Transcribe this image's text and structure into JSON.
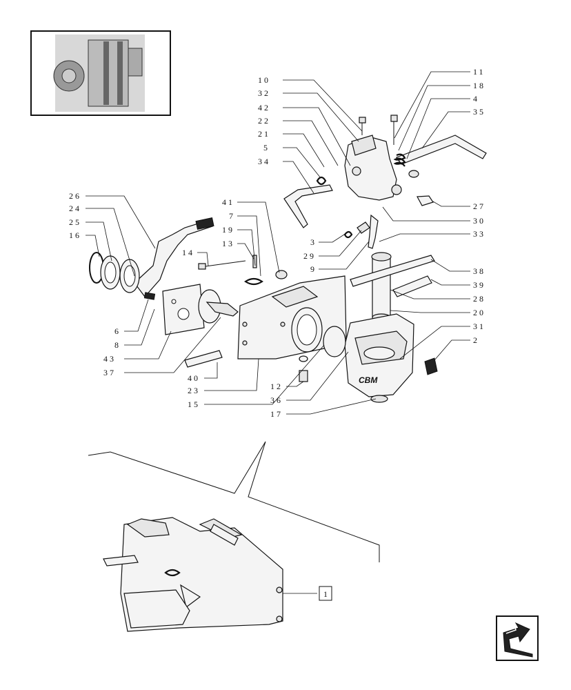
{
  "callouts": [
    {
      "id": "c10",
      "text": "10"
    },
    {
      "id": "c32",
      "text": "32"
    },
    {
      "id": "c42",
      "text": "42"
    },
    {
      "id": "c22",
      "text": "22"
    },
    {
      "id": "c21",
      "text": "21"
    },
    {
      "id": "c5",
      "text": "5"
    },
    {
      "id": "c34",
      "text": "34"
    },
    {
      "id": "c11",
      "text": "11"
    },
    {
      "id": "c18",
      "text": "18"
    },
    {
      "id": "c4",
      "text": "4"
    },
    {
      "id": "c35",
      "text": "35"
    },
    {
      "id": "c27",
      "text": "27"
    },
    {
      "id": "c30",
      "text": "30"
    },
    {
      "id": "c33",
      "text": "33"
    },
    {
      "id": "c3",
      "text": "3"
    },
    {
      "id": "c29",
      "text": "29"
    },
    {
      "id": "c9",
      "text": "9"
    },
    {
      "id": "c38",
      "text": "38"
    },
    {
      "id": "c39",
      "text": "39"
    },
    {
      "id": "c28",
      "text": "28"
    },
    {
      "id": "c20",
      "text": "20"
    },
    {
      "id": "c31",
      "text": "31"
    },
    {
      "id": "c2",
      "text": "2"
    },
    {
      "id": "c26",
      "text": "26"
    },
    {
      "id": "c24",
      "text": "24"
    },
    {
      "id": "c25",
      "text": "25"
    },
    {
      "id": "c16",
      "text": "16"
    },
    {
      "id": "c41",
      "text": "41"
    },
    {
      "id": "c7",
      "text": "7"
    },
    {
      "id": "c19",
      "text": "19"
    },
    {
      "id": "c13",
      "text": "13"
    },
    {
      "id": "c14",
      "text": "14"
    },
    {
      "id": "c6",
      "text": "6"
    },
    {
      "id": "c8",
      "text": "8"
    },
    {
      "id": "c43",
      "text": "43"
    },
    {
      "id": "c37",
      "text": "37"
    },
    {
      "id": "c40",
      "text": "40"
    },
    {
      "id": "c23",
      "text": "23"
    },
    {
      "id": "c15",
      "text": "15"
    },
    {
      "id": "c12",
      "text": "12"
    },
    {
      "id": "c36",
      "text": "36"
    },
    {
      "id": "c17",
      "text": "17"
    }
  ],
  "assembly_ref": "1",
  "brand_mark": "CBM",
  "nav_icon": "next-page-arrow-icon"
}
